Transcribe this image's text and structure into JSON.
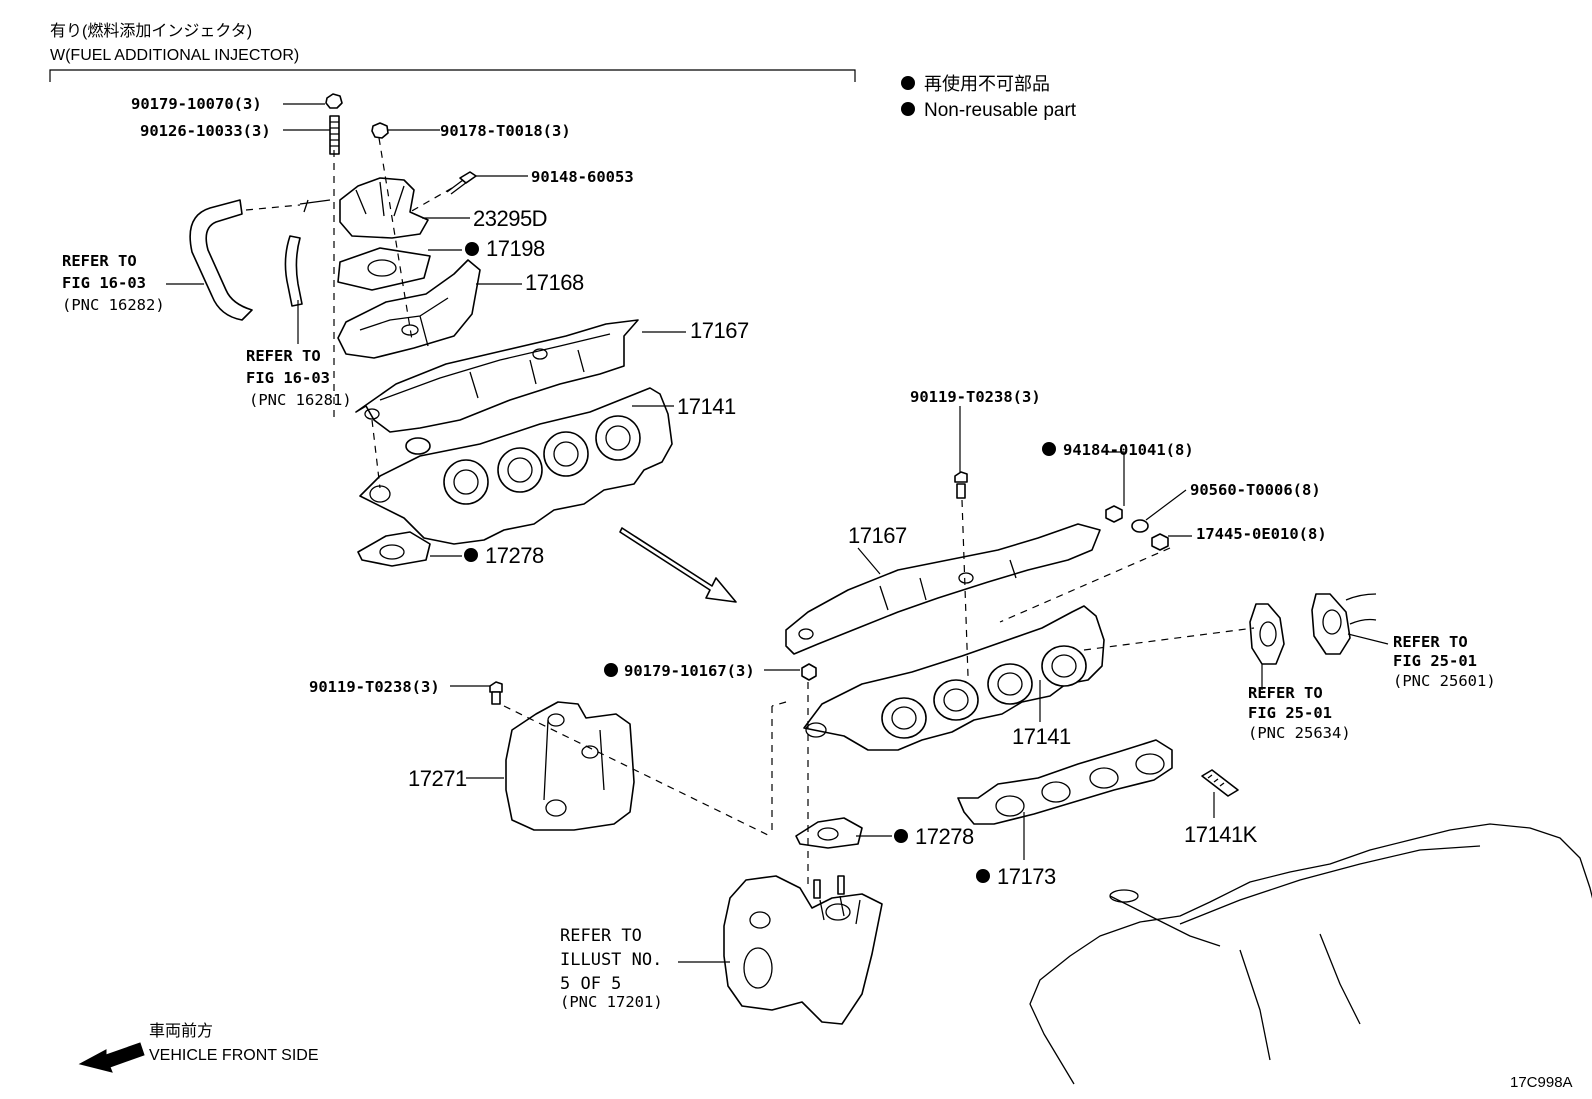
{
  "header": {
    "variant_jp": "有り(燃料添加インジェクタ)",
    "variant_en": "W(FUEL ADDITIONAL INJECTOR)"
  },
  "legend": {
    "jp": "再使用不可部品",
    "en": "Non-reusable part"
  },
  "callouts": [
    {
      "id": "c1",
      "text": "90179-10070(3)",
      "marked": false
    },
    {
      "id": "c2",
      "text": "90126-10033(3)",
      "marked": false
    },
    {
      "id": "c3",
      "text": "90178-T0018(3)",
      "marked": false
    },
    {
      "id": "c4",
      "text": "90148-60053",
      "marked": false
    },
    {
      "id": "c5",
      "text": "23295D",
      "marked": false
    },
    {
      "id": "c6",
      "text": "17198",
      "marked": true
    },
    {
      "id": "c7",
      "text": "17168",
      "marked": false
    },
    {
      "id": "c8",
      "text": "17167",
      "marked": false
    },
    {
      "id": "c9",
      "text": "17141",
      "marked": false
    },
    {
      "id": "c10",
      "text": "17278",
      "marked": true
    },
    {
      "id": "c11",
      "text": "90119-T0238(3)",
      "marked": false
    },
    {
      "id": "c12",
      "text": "94184-01041(8)",
      "marked": true
    },
    {
      "id": "c13",
      "text": "90560-T0006(8)",
      "marked": false
    },
    {
      "id": "c14",
      "text": "17445-0E010(8)",
      "marked": false
    },
    {
      "id": "c15",
      "text": "17167",
      "marked": false
    },
    {
      "id": "c16",
      "text": "90179-10167(3)",
      "marked": true
    },
    {
      "id": "c17",
      "text": "90119-T0238(3)",
      "marked": false
    },
    {
      "id": "c18",
      "text": "17271",
      "marked": false
    },
    {
      "id": "c19",
      "text": "17141",
      "marked": false
    },
    {
      "id": "c20",
      "text": "17278",
      "marked": true
    },
    {
      "id": "c21",
      "text": "17173",
      "marked": true
    },
    {
      "id": "c22",
      "text": "17141K",
      "marked": false
    }
  ],
  "refers": {
    "r1": [
      "REFER TO",
      "FIG 16-03",
      "(PNC 16282)"
    ],
    "r2": [
      "REFER TO",
      "FIG 16-03",
      "(PNC 16281)"
    ],
    "r3": [
      "REFER TO",
      "FIG 25-01",
      "(PNC 25601)"
    ],
    "r4": [
      "REFER TO",
      "FIG 25-01",
      "(PNC 25634)"
    ],
    "r5": [
      "REFER TO",
      "ILLUST NO.",
      "5 OF 5",
      "(PNC 17201)"
    ]
  },
  "direction": {
    "jp": "車両前方",
    "en": "VEHICLE FRONT SIDE"
  },
  "figure_code": "17C998A"
}
